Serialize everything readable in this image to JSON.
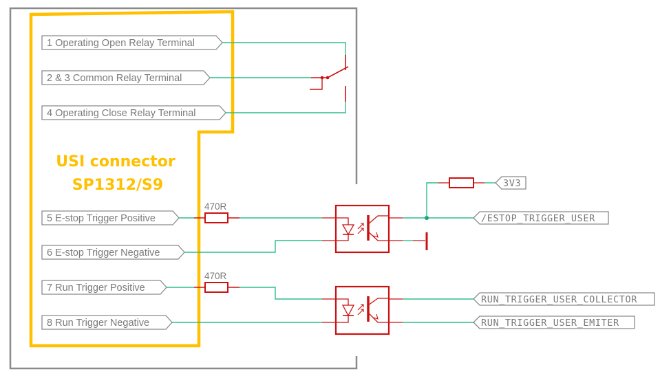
{
  "diagram": {
    "title": {
      "line1": "USI connector",
      "line2": "SP1312/S9"
    },
    "colors": {
      "highlight": "#ffc000",
      "wire": "#2ebd8a",
      "component": "#cc1111",
      "frame": "#8a8a8a",
      "text": "#7a7a7a"
    },
    "connector_pins": [
      {
        "label": "1 Operating Open Relay Terminal"
      },
      {
        "label": "2 & 3 Common Relay Terminal"
      },
      {
        "label": "4 Operating Close Relay Terminal"
      },
      {
        "label": "5 E-stop Trigger Positive"
      },
      {
        "label": "6 E-stop Trigger Negative"
      },
      {
        "label": "7 Run Trigger Positive"
      },
      {
        "label": "8 Run Trigger Negative"
      }
    ],
    "resistors": [
      {
        "value": "470R",
        "net": "E-stop Trigger Positive"
      },
      {
        "value": "470R",
        "net": "Run Trigger Positive"
      },
      {
        "value": "",
        "net": "3V3 pull-up"
      }
    ],
    "net_labels": [
      {
        "label": "3V3"
      },
      {
        "label": "/ESTOP_TRIGGER_USER"
      },
      {
        "label": "RUN_TRIGGER_USER_COLLECTOR"
      },
      {
        "label": "RUN_TRIGGER_USER_EMITER"
      }
    ],
    "components": {
      "relay": "relay-switch",
      "optocoupler_1": "estop-optocoupler",
      "optocoupler_2": "run-optocoupler",
      "ground": "ground-symbol"
    }
  }
}
